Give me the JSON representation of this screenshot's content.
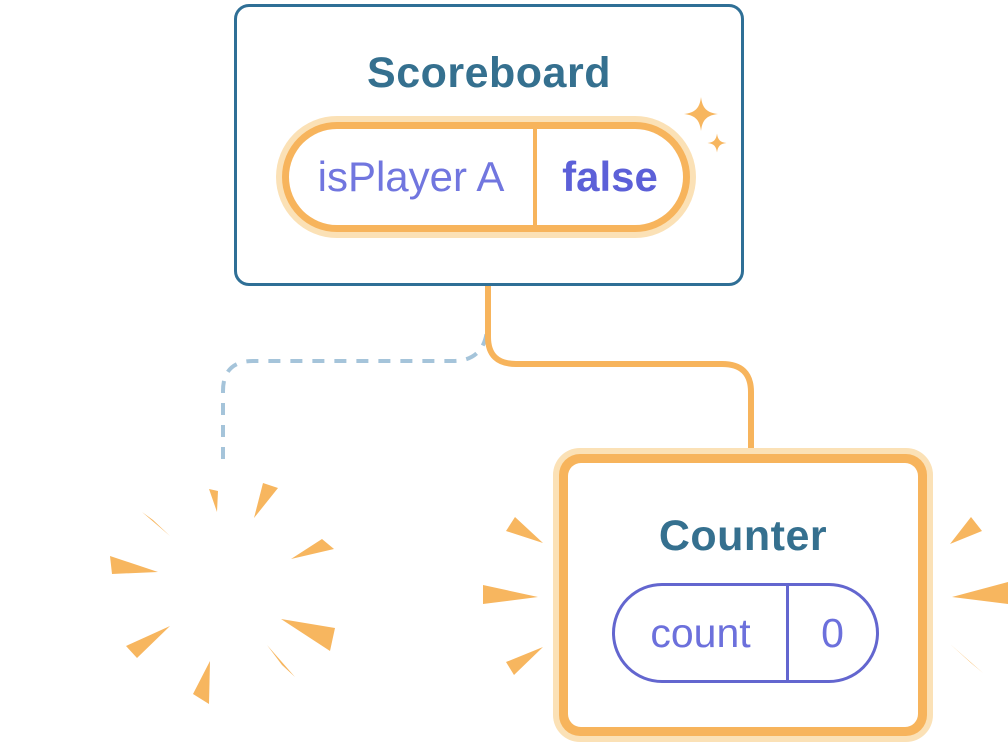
{
  "diagram": {
    "scoreboard": {
      "title": "Scoreboard",
      "state_key": "isPlayer A",
      "state_value": "false"
    },
    "counter": {
      "title": "Counter",
      "state_key": "count",
      "state_value": "0"
    },
    "icons": {
      "sparkles": "sparkles-icon",
      "poof_burst": "poof-burst-icon",
      "emphasis_marks": "emphasis-marks-icon"
    },
    "edges": {
      "kept_branch_style": "solid-orange",
      "removed_branch_style": "dashed-blue"
    }
  },
  "colors": {
    "card_border_blue": "#2F6F96",
    "title_blue": "#35708F",
    "orange": "#F7B45C",
    "orange_glow": "#FBE1B6",
    "purple_key": "#7176DF",
    "purple_value_bold": "#5C60D8",
    "purple_outline": "#6366CF",
    "dashed_edge_blue": "#A5C4DA",
    "background": "#FFFFFF"
  }
}
